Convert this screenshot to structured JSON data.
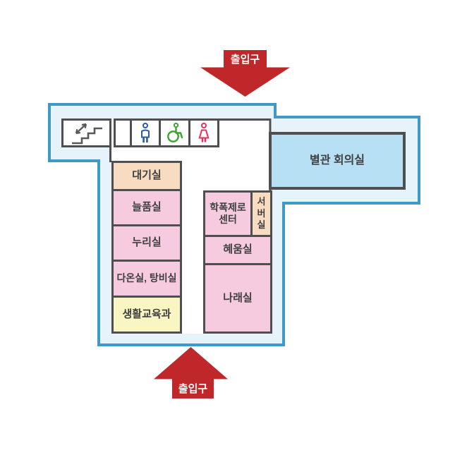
{
  "plan_name": "annex-floor-plan",
  "entrances": {
    "top": {
      "label": "출입구"
    },
    "bottom": {
      "label": "출입구"
    }
  },
  "rooms": {
    "annex_meeting": "별관 회의실",
    "waiting": "대기실",
    "neulpum": "늘품실",
    "nuri": "누리실",
    "daon_pantry": "다온실, 탕비실",
    "life_education": "생활교육과",
    "bullying_zero_line1": "학폭제로",
    "bullying_zero_line2": "센터",
    "server": "서버실",
    "hyeum": "혜움실",
    "narae": "나래실"
  },
  "icons": {
    "stairs": "stairs-down",
    "men_restroom": "male-figure",
    "accessible_restroom": "wheelchair",
    "women_restroom": "female-figure"
  },
  "colors": {
    "outline_blue": "#3e9ac4",
    "floor_tint": "#e7f3fa",
    "wall_gray": "#4f4f4f",
    "arrow_red": "#bf272b",
    "room_pink": "#f6cbdf",
    "room_peach": "#f8dcc2",
    "room_yellow": "#f9f6c3",
    "room_blue": "#b7e0f5",
    "icon_blue": "#2b59a9",
    "icon_green": "#3da32f",
    "icon_red": "#e5315e",
    "label_text": "#404040"
  }
}
